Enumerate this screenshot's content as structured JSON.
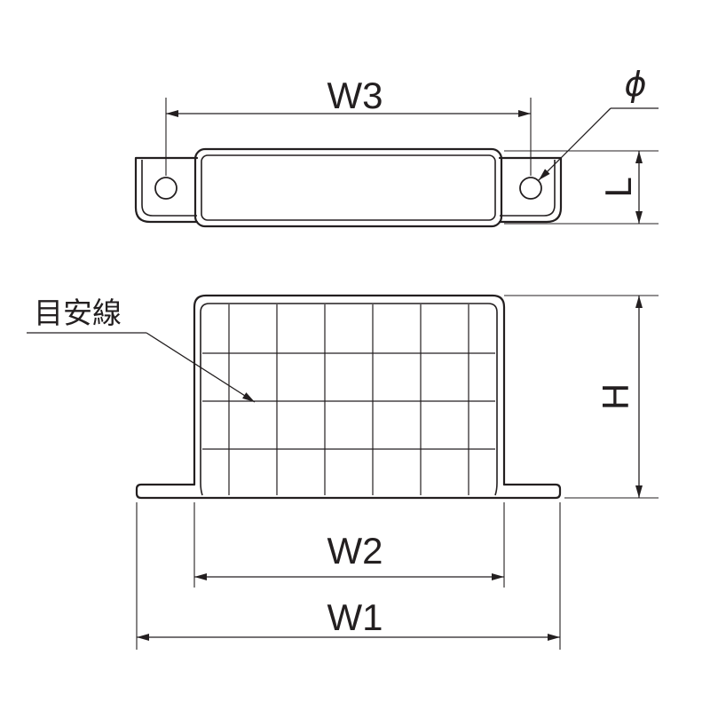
{
  "labels": {
    "w3": "W3",
    "phi": "ϕ",
    "l": "L",
    "mark_line": "目安線",
    "h": "H",
    "w2": "W2",
    "w1": "W1"
  },
  "colors": {
    "line": "#231f20",
    "background": "#ffffff"
  }
}
